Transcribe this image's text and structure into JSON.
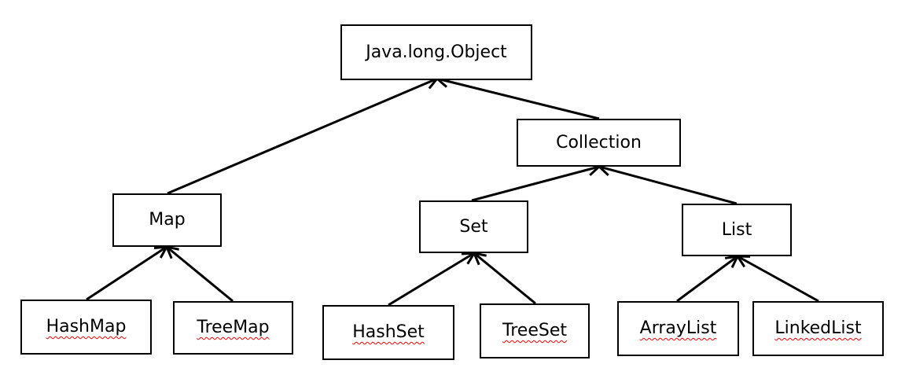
{
  "diagram": {
    "type": "class-hierarchy",
    "nodes": [
      {
        "id": "object",
        "label": "Java.long.Object",
        "spell_underline": false
      },
      {
        "id": "collection",
        "label": "Collection",
        "spell_underline": false
      },
      {
        "id": "map",
        "label": "Map",
        "spell_underline": false
      },
      {
        "id": "set",
        "label": "Set",
        "spell_underline": false
      },
      {
        "id": "list",
        "label": "List",
        "spell_underline": false
      },
      {
        "id": "hashmap",
        "label": "HashMap",
        "spell_underline": true
      },
      {
        "id": "treemap",
        "label": "TreeMap",
        "spell_underline": true
      },
      {
        "id": "hashset",
        "label": "HashSet",
        "spell_underline": true
      },
      {
        "id": "treeset",
        "label": "TreeSet",
        "spell_underline": true
      },
      {
        "id": "arraylist",
        "label": "ArrayList",
        "spell_underline": true
      },
      {
        "id": "linkedlist",
        "label": "LinkedList",
        "spell_underline": true
      }
    ],
    "edges": [
      {
        "from": "map",
        "to": "object"
      },
      {
        "from": "collection",
        "to": "object"
      },
      {
        "from": "set",
        "to": "collection"
      },
      {
        "from": "list",
        "to": "collection"
      },
      {
        "from": "hashmap",
        "to": "map"
      },
      {
        "from": "treemap",
        "to": "map"
      },
      {
        "from": "hashset",
        "to": "set"
      },
      {
        "from": "treeset",
        "to": "set"
      },
      {
        "from": "arraylist",
        "to": "list"
      },
      {
        "from": "linkedlist",
        "to": "list"
      }
    ],
    "colors": {
      "stroke": "#000000",
      "background": "#ffffff",
      "spell_underline": "#ff0000"
    }
  }
}
